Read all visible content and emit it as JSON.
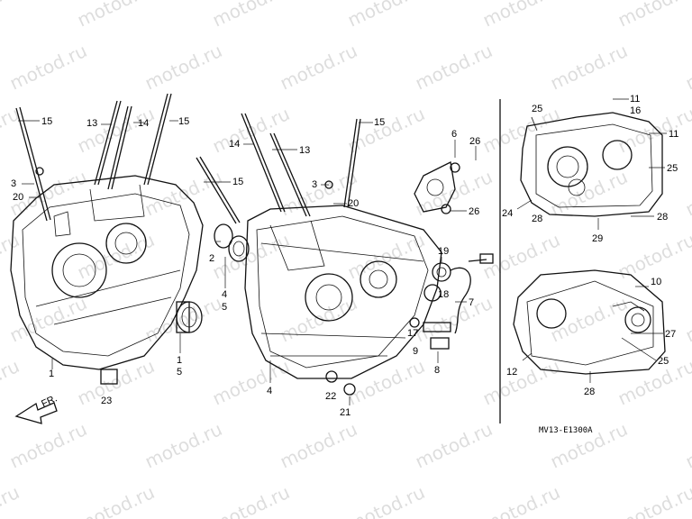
{
  "watermark": "motod.ru",
  "diagram_code": "MV13-E1300A",
  "front_label": "FR.",
  "callouts": [
    "1",
    "2",
    "3",
    "4",
    "5",
    "6",
    "7",
    "8",
    "9",
    "10",
    "11",
    "12",
    "13",
    "14",
    "15",
    "16",
    "17",
    "18",
    "19",
    "20",
    "21",
    "22",
    "23",
    "24",
    "25",
    "26",
    "27",
    "28",
    "29"
  ],
  "labels": [
    {
      "text": "15"
    },
    {
      "text": "13"
    },
    {
      "text": "14"
    },
    {
      "text": "15"
    },
    {
      "text": "3"
    },
    {
      "text": "20"
    },
    {
      "text": "15"
    },
    {
      "text": "14"
    },
    {
      "text": "13"
    },
    {
      "text": "15"
    },
    {
      "text": "6"
    },
    {
      "text": "26"
    },
    {
      "text": "3"
    },
    {
      "text": "20"
    },
    {
      "text": "26"
    },
    {
      "text": "2"
    },
    {
      "text": "4"
    },
    {
      "text": "5"
    },
    {
      "text": "1"
    },
    {
      "text": "5"
    },
    {
      "text": "23"
    },
    {
      "text": "1"
    },
    {
      "text": "4"
    },
    {
      "text": "19"
    },
    {
      "text": "18"
    },
    {
      "text": "7"
    },
    {
      "text": "17"
    },
    {
      "text": "9"
    },
    {
      "text": "8"
    },
    {
      "text": "22"
    },
    {
      "text": "21"
    },
    {
      "text": "25"
    },
    {
      "text": "11"
    },
    {
      "text": "16"
    },
    {
      "text": "11"
    },
    {
      "text": "25"
    },
    {
      "text": "24"
    },
    {
      "text": "28"
    },
    {
      "text": "28"
    },
    {
      "text": "29"
    },
    {
      "text": "10"
    },
    {
      "text": "27"
    },
    {
      "text": "12"
    },
    {
      "text": "25"
    },
    {
      "text": "28"
    }
  ]
}
